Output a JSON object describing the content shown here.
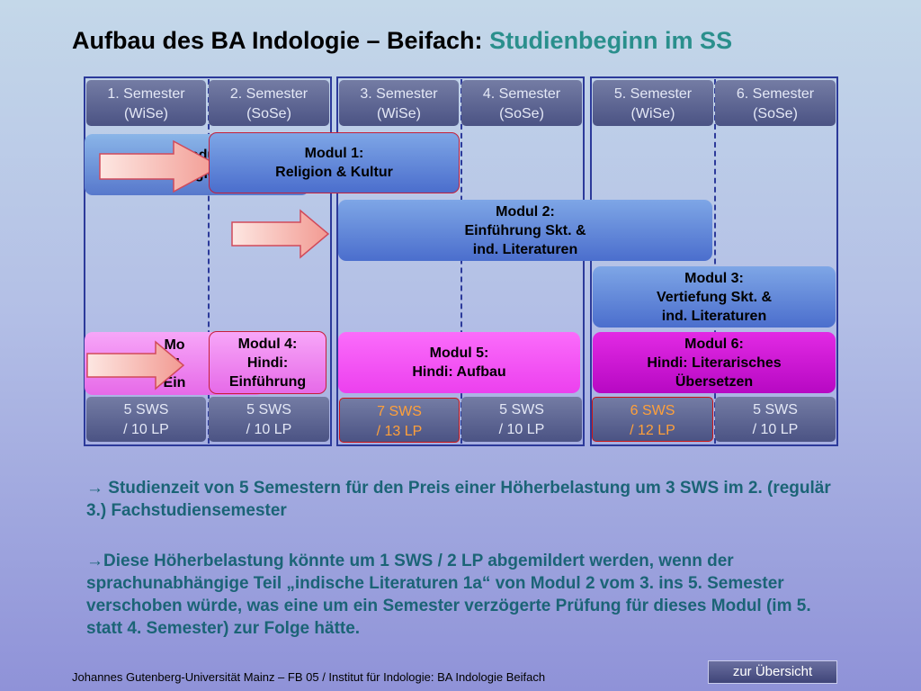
{
  "title": {
    "main": "Aufbau des BA Indologie – Beifach:",
    "sub": "Studienbeginn im SS"
  },
  "semesters": [
    {
      "line1": "1. Semester",
      "line2": "(WiSe)"
    },
    {
      "line1": "2. Semester",
      "line2": "(SoSe)"
    },
    {
      "line1": "3. Semester",
      "line2": "(WiSe)"
    },
    {
      "line1": "4. Semester",
      "line2": "(SoSe)"
    },
    {
      "line1": "5. Semester",
      "line2": "(WiSe)"
    },
    {
      "line1": "6. Semester",
      "line2": "(SoSe)"
    }
  ],
  "credits": [
    {
      "line1": "5  SWS",
      "line2": "/ 10 LP"
    },
    {
      "line1": "5  SWS",
      "line2": "/ 10 LP"
    },
    {
      "line1": "7  SWS",
      "line2": "/ 13 LP"
    },
    {
      "line1": "5  SWS",
      "line2": "/ 10 LP"
    },
    {
      "line1": "6  SWS",
      "line2": "/ 12 LP"
    },
    {
      "line1": "5  SWS",
      "line2": "/ 10 LP"
    }
  ],
  "ghost_modules": {
    "m1": {
      "line1": "Modu",
      "line2": "Religion"
    },
    "m4": {
      "line1": "Mo",
      "line2": "H",
      "line3": "Ein"
    }
  },
  "modules": {
    "m1": {
      "line1": "Modul 1:",
      "line2": "Religion & Kultur"
    },
    "m2": {
      "line1": "Modul 2:",
      "line2": "Einführung Skt. &",
      "line3": "ind. Literaturen"
    },
    "m3": {
      "line1": "Modul 3:",
      "line2": "Vertiefung Skt. &",
      "line3": "ind. Literaturen"
    },
    "m4": {
      "line1": "Modul 4:",
      "line2": "Hindi:",
      "line3": "Einführung"
    },
    "m5": {
      "line1": "Modul 5:",
      "line2": "Hindi: Aufbau"
    },
    "m6": {
      "line1": "Modul 6:",
      "line2": "Hindi: Literarisches",
      "line3": "Übersetzen"
    }
  },
  "notes": [
    {
      "arrow": "→",
      "text": " Studienzeit von 5 Semestern für den Preis einer Höherbelastung um 3 SWS im 2. (regulär 3.) Fachstudiensemester"
    },
    {
      "arrow": "→",
      "text": "Diese Höherbelastung könnte um 1 SWS / 2 LP abgemildert werden, wenn der sprachunabhängige Teil „indische Literaturen 1a“ von Modul 2 vom 3. ins 5. Semester verschoben würde, was eine um ein Semester verzögerte Prüfung für dieses Modul (im 5. statt 4. Semester) zur Folge hätte."
    }
  ],
  "footer": "Johannes Gutenberg-Universität Mainz  – FB 05 / Institut für Indologie: BA Indologie Beifach",
  "overview_button": "zur Übersicht",
  "colors": {
    "accent": "#2a8f8c",
    "note_text": "#1b6476",
    "orange": "#ffa03a",
    "magenta": "#b708c3"
  }
}
